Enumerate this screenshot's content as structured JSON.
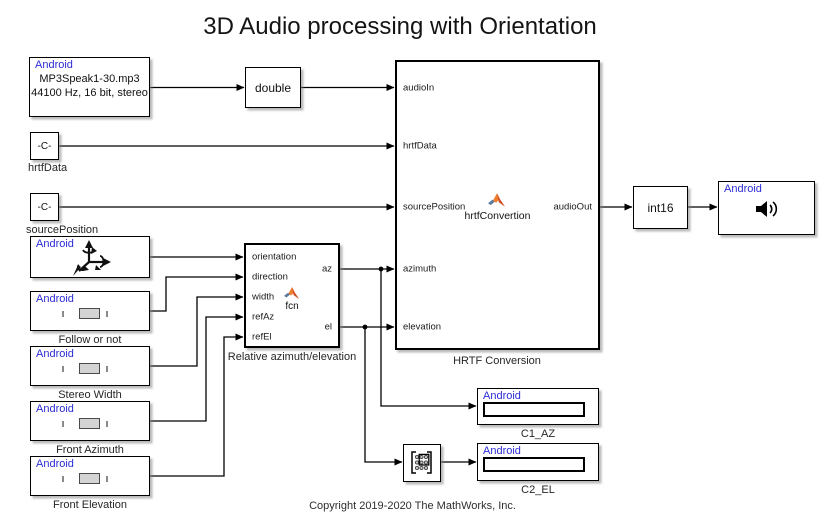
{
  "title": "3D Audio processing with Orientation",
  "copyright": "Copyright 2019-2020 The MathWorks, Inc.",
  "colors": {
    "android_label": "#2b2bd5",
    "matlab_orange": "#ee7f2d",
    "matlab_dark_orange": "#cf4a1e",
    "matlab_slate": "#5b7aa0",
    "wire": "#000000"
  },
  "blocks": {
    "mp3_source": {
      "tag": "Android",
      "line1": "MP3Speak1-30.mp3",
      "line2": "44100 Hz, 16 bit, stereo"
    },
    "double_cast": {
      "label": "double"
    },
    "hrtf_data_const": {
      "value": "-C-",
      "name": "hrtfData"
    },
    "source_position_const": {
      "value": "-C-",
      "name": "sourcePosition"
    },
    "orientation_source": {
      "tag": "Android",
      "icon": "orientation-axes-icon"
    },
    "follow_or_not": {
      "tag": "Android",
      "name": "Follow or not",
      "icon": "slider-icon"
    },
    "stereo_width": {
      "tag": "Android",
      "name": "Stereo Width",
      "icon": "slider-icon"
    },
    "front_azimuth": {
      "tag": "Android",
      "name": "Front Azimuth",
      "icon": "slider-icon"
    },
    "front_elevation": {
      "tag": "Android",
      "name": "Front Elevation",
      "icon": "slider-icon"
    },
    "relative_az_el": {
      "name": "Relative azimuth/elevation",
      "icon_label": "fcn",
      "inputs": [
        "orientation",
        "direction",
        "width",
        "refAz",
        "refEl"
      ],
      "outputs": [
        "az",
        "el"
      ]
    },
    "hrtf_conversion": {
      "name": "HRTF Conversion",
      "icon_label": "hrtfConvertion",
      "inputs": [
        "audioIn",
        "hrtfData",
        "sourcePosition",
        "azimuth",
        "elevation"
      ],
      "outputs": [
        "audioOut"
      ]
    },
    "int16_cast": {
      "label": "int16"
    },
    "audio_playback": {
      "tag": "Android",
      "icon": "speaker-icon"
    },
    "selector": {
      "icon": "selector-matrix-icon"
    },
    "c1_az": {
      "tag": "Android",
      "name": "C1_AZ"
    },
    "c2_el": {
      "tag": "Android",
      "name": "C2_EL"
    }
  }
}
